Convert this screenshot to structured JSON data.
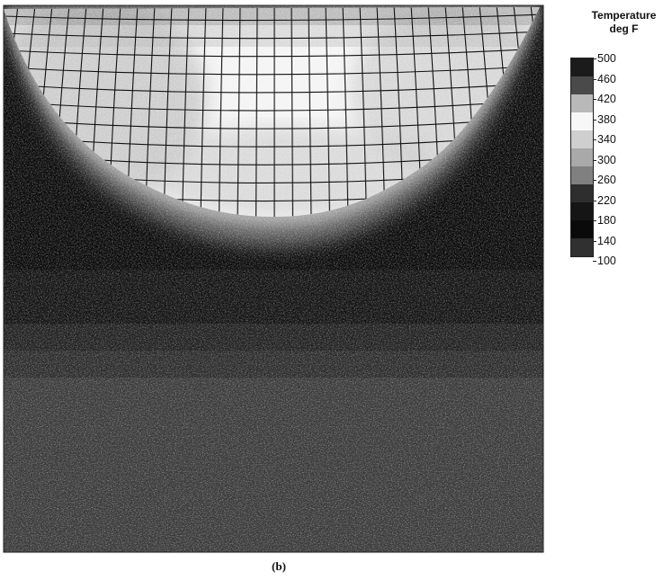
{
  "legend": {
    "title_line1": "Temperature",
    "title_line2": "deg F",
    "ticks": [
      "500",
      "460",
      "420",
      "380",
      "340",
      "300",
      "260",
      "220",
      "180",
      "140",
      "100"
    ],
    "colors": [
      "#1b1b1b",
      "#4a4a4a",
      "#b9b9b9",
      "#f7f7f7",
      "#cfcfcf",
      "#a9a9a9",
      "#808080",
      "#2e2e2e",
      "#151515",
      "#0a0a0a",
      "#303030"
    ]
  },
  "caption": "(b)"
}
